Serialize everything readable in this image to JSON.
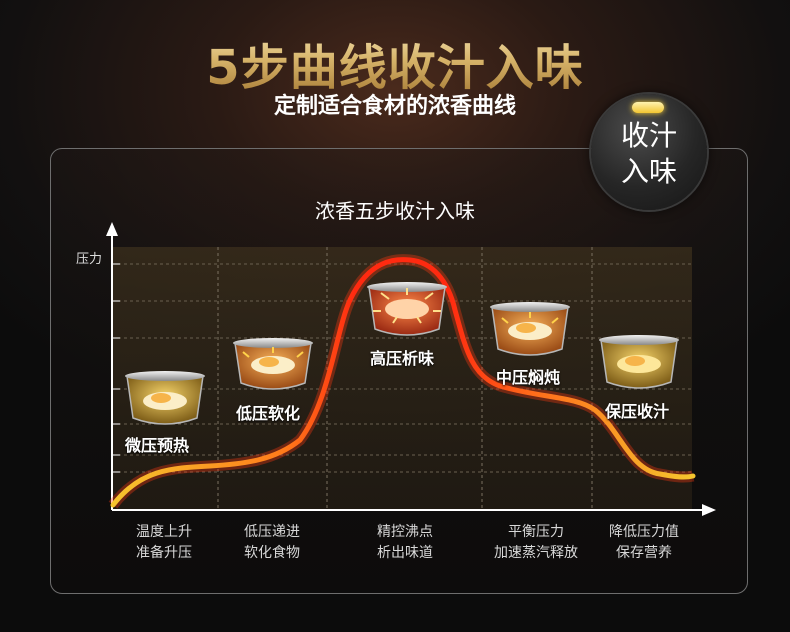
{
  "header": {
    "title": "5步曲线收汁入味",
    "subtitle": "定制适合食材的浓香曲线"
  },
  "badge": {
    "line1": "收汁",
    "line2": "入味"
  },
  "chart_data": {
    "type": "line",
    "title": "浓香五步收汁入味",
    "ylabel": "压力",
    "grid": true,
    "steps": [
      {
        "name": "微压预热",
        "x_label_line1": "温度上升",
        "x_label_line2": "准备升压"
      },
      {
        "name": "低压软化",
        "x_label_line1": "低压递进",
        "x_label_line2": "软化食物"
      },
      {
        "name": "高压析味",
        "x_label_line1": "精控沸点",
        "x_label_line2": "析出味道"
      },
      {
        "name": "中压焖炖",
        "x_label_line1": "平衡压力",
        "x_label_line2": "加速蒸汽释放"
      },
      {
        "name": "保压收汁",
        "x_label_line1": "降低压力值",
        "x_label_line2": "保存营养"
      }
    ]
  },
  "colors": {
    "curve_low": "#f6c52e",
    "curve_high": "#ff2a1a",
    "title_gold": "#d7b46a"
  }
}
